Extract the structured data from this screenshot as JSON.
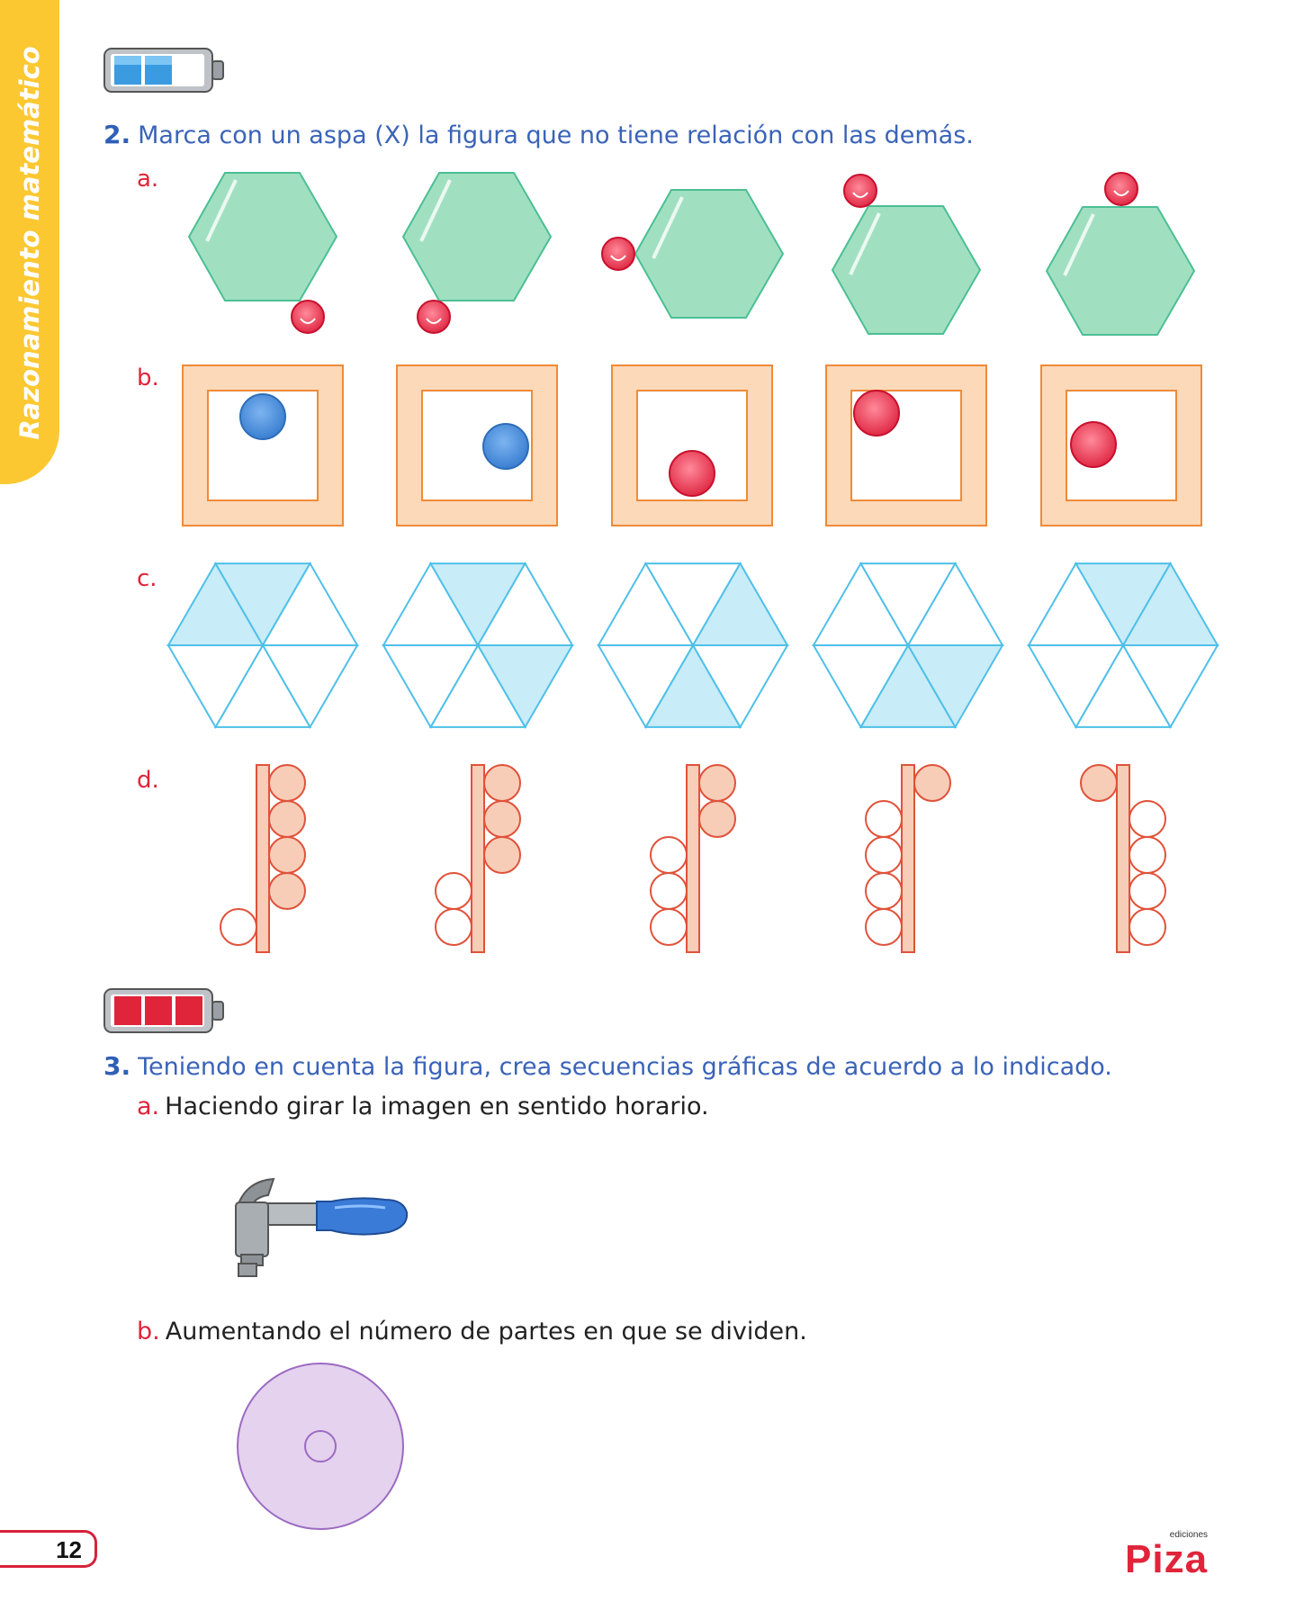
{
  "sidebar": {
    "label": "Razonamiento matemático",
    "color": "#fcc832"
  },
  "q2": {
    "number": "2.",
    "text": "Marca con un aspa (X) la figura que no tiene relación con las demás.",
    "battery_color": "#3a9be0",
    "battery_level": "2 of 3",
    "rows": [
      {
        "letter": "a.",
        "figures": 5
      },
      {
        "letter": "b.",
        "figures": 5
      },
      {
        "letter": "c.",
        "figures": 5
      },
      {
        "letter": "d.",
        "figures": 5
      }
    ]
  },
  "q3": {
    "number": "3.",
    "text": "Teniendo en cuenta la figura, crea secuencias gráficas de acuerdo a lo indicado.",
    "battery_color": "#e0243a",
    "battery_level": "3 of 3",
    "parts": [
      {
        "letter": "a.",
        "text": "Haciendo girar la imagen en sentido horario.",
        "image": "hammer-icon"
      },
      {
        "letter": "b.",
        "text": "Aumentando el número de partes en que se dividen.",
        "image": "disc-icon"
      }
    ]
  },
  "footer": {
    "page_number": "12",
    "logo_text": "Piza",
    "logo_small": "ediciones"
  }
}
